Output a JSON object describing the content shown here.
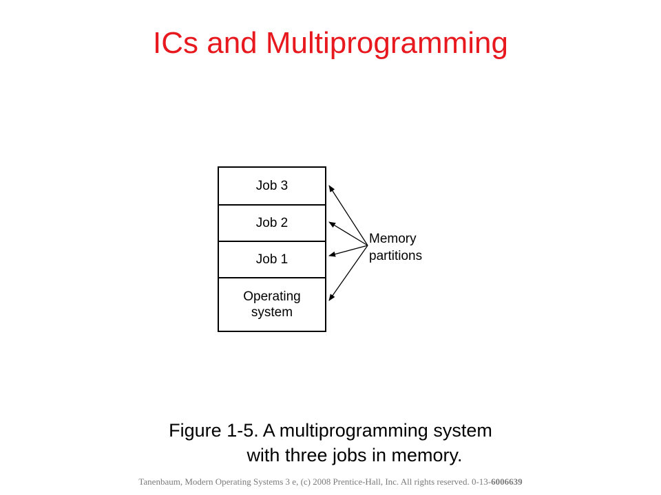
{
  "slide": {
    "title": "ICs and Multiprogramming",
    "title_color": "#e8191e"
  },
  "diagram": {
    "memory_rows": [
      "Job 3",
      "Job 2",
      "Job 1",
      "Operating system"
    ],
    "label": "Memory partitions"
  },
  "caption": {
    "line1": "Figure 1-5. A multiprogramming system",
    "line2": "with three jobs in memory."
  },
  "footer": {
    "text": "Tanenbaum, Modern Operating Systems 3 e, (c) 2008 Prentice-Hall, Inc. All rights reserved. 0-13-",
    "isbn_tail": "6006639"
  }
}
